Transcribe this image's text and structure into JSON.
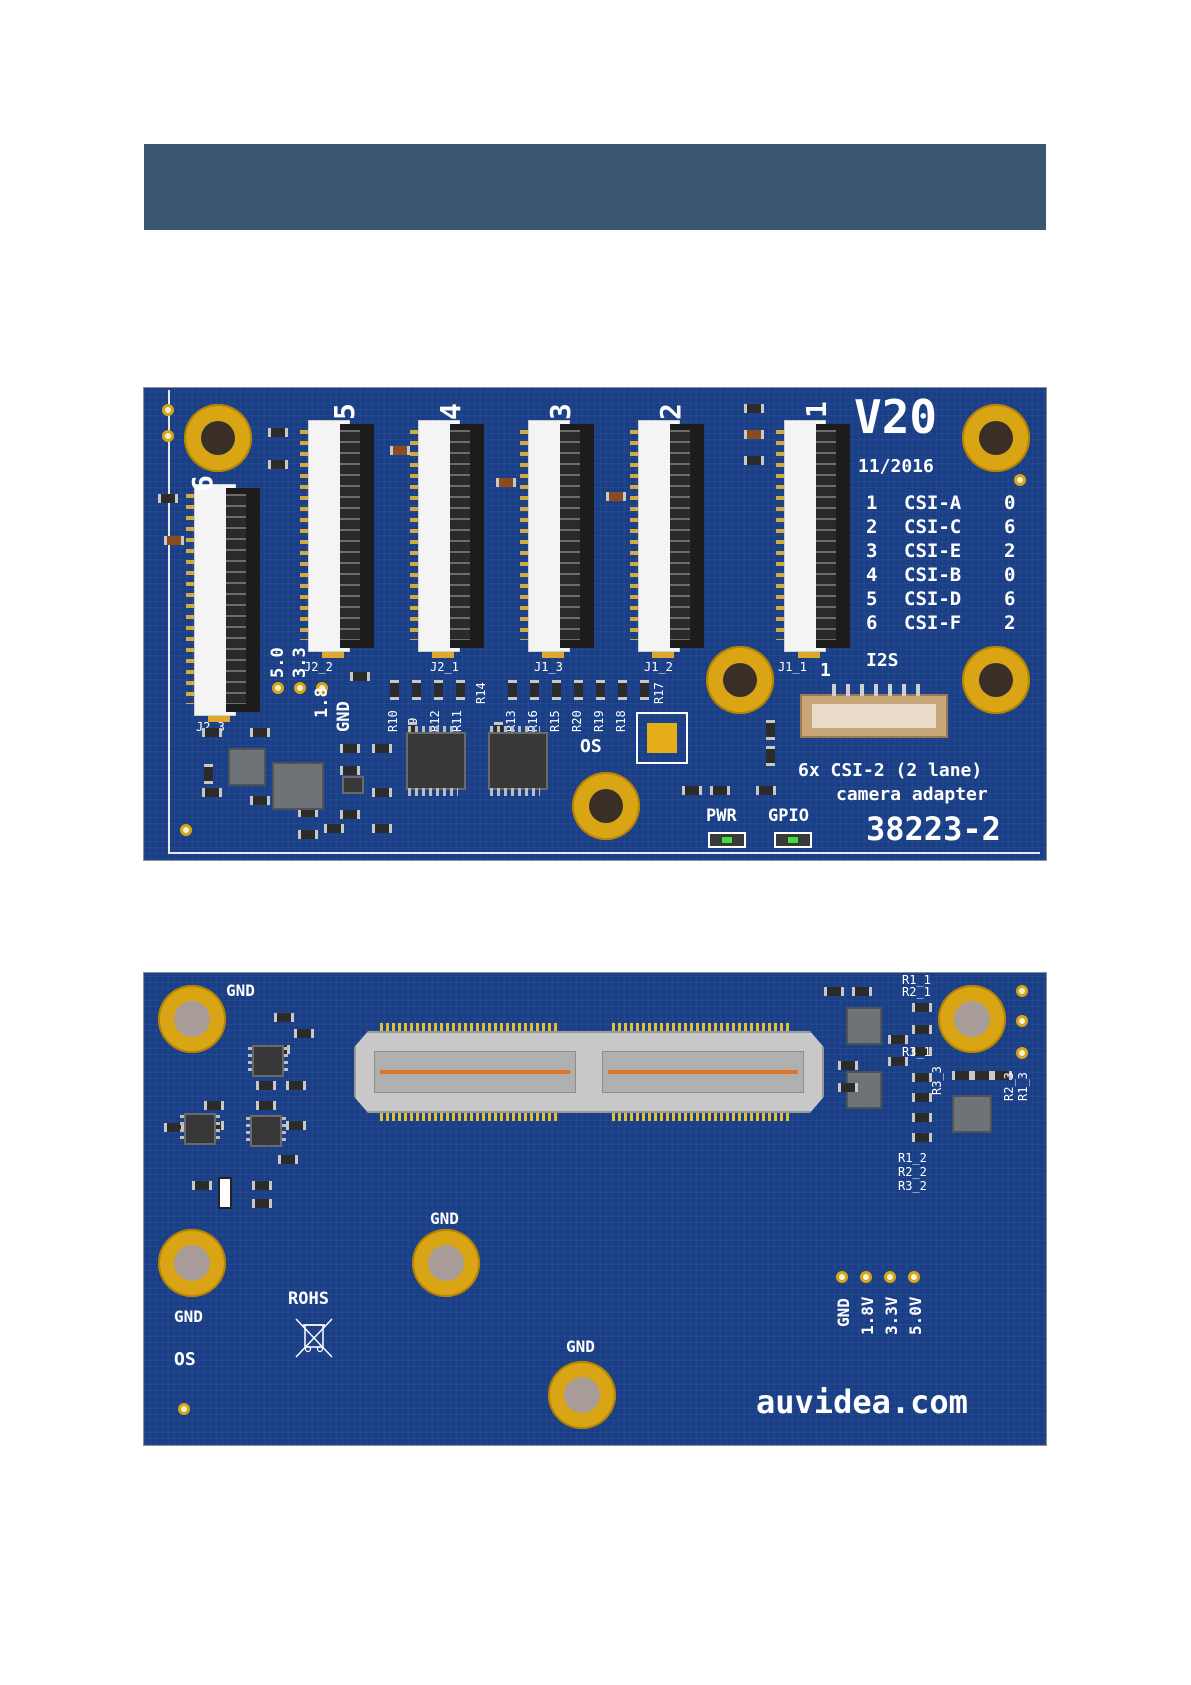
{
  "top_board": {
    "version": "V20",
    "date": "11/2016",
    "channel_map": [
      {
        "num": "1",
        "csi": "CSI-A",
        "val": "0"
      },
      {
        "num": "2",
        "csi": "CSI-C",
        "val": "6"
      },
      {
        "num": "3",
        "csi": "CSI-E",
        "val": "2"
      },
      {
        "num": "4",
        "csi": "CSI-B",
        "val": "0"
      },
      {
        "num": "5",
        "csi": "CSI-D",
        "val": "6"
      },
      {
        "num": "6",
        "csi": "CSI-F",
        "val": "2"
      }
    ],
    "connector_numbers": [
      "6",
      "5",
      "4",
      "3",
      "2",
      "1"
    ],
    "connector_refs": [
      "J2_3",
      "J2_2",
      "J2_1",
      "J1_3",
      "J1_2",
      "J1_1"
    ],
    "i2s_label": "I2S",
    "i2s_pin1": "1",
    "voltage_labels": [
      "5.0",
      "3.3",
      "1.8",
      "GND"
    ],
    "resistor_refs": [
      "R10",
      "R9",
      "R12",
      "R11",
      "R14",
      "R13",
      "R16",
      "R15",
      "R20",
      "R19",
      "R18",
      "R17"
    ],
    "os_label": "OS",
    "description_line1": "6x CSI-2 (2 lane)",
    "description_line2": "camera adapter",
    "part_number": "38223-2",
    "led_labels": [
      "PWR",
      "GPIO"
    ]
  },
  "bottom_board": {
    "gnd_label": "GND",
    "rohs_label": "ROHS",
    "os_label": "OS",
    "voltage_labels": [
      "GND",
      "1.8V",
      "3.3V",
      "5.0V"
    ],
    "resistor_refs_upper": [
      "R1_1",
      "R2_1",
      "R3_1"
    ],
    "resistor_refs_mid": [
      "R3_3",
      "R2_3",
      "R1_3"
    ],
    "resistor_refs_lower": [
      "R1_2",
      "R2_2",
      "R3_2"
    ],
    "website": "auvidea.com"
  },
  "colors": {
    "banner": "#3b566f",
    "pcb": "#1a3f86",
    "gold": "#d9a514",
    "silk": "#ffffff"
  }
}
